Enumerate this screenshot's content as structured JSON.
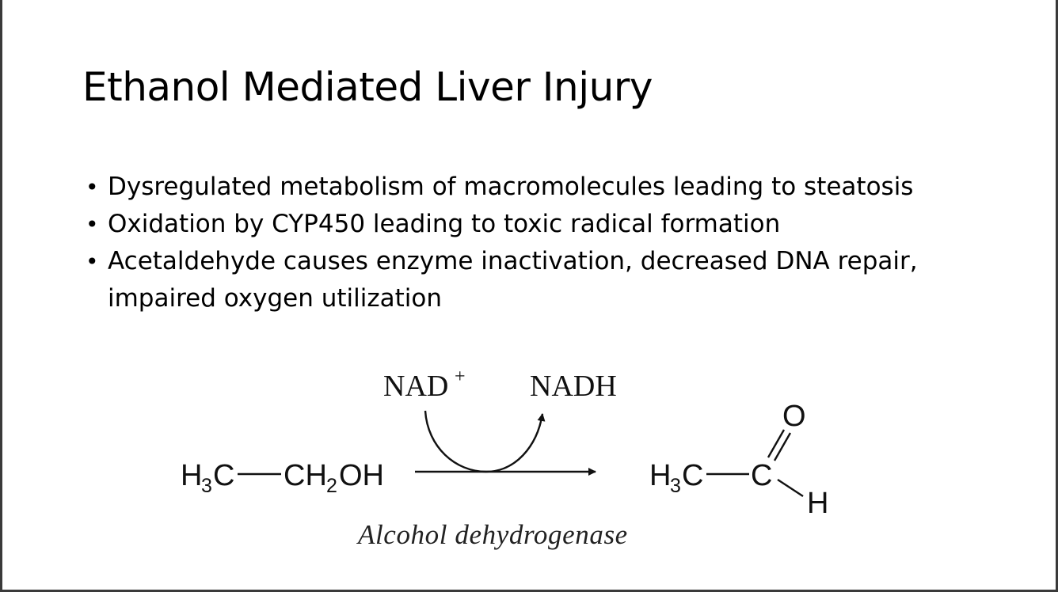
{
  "slide": {
    "title": "Ethanol Mediated Liver Injury",
    "bullets": [
      {
        "lines": [
          "Dysregulated metabolism of macromolecules leading to steatosis"
        ]
      },
      {
        "lines": [
          "Oxidation by CYP450 leading to toxic radical formation"
        ]
      },
      {
        "lines": [
          "Acetaldehyde causes enzyme inactivation, decreased DNA repair,",
          "impaired oxygen utilization"
        ]
      }
    ],
    "bullet_symbol": "•"
  },
  "reaction": {
    "reactant": {
      "h": "H",
      "h_sub": "3",
      "c": "C",
      "ch": "CH",
      "ch_sub": "2",
      "oh": "OH"
    },
    "cofactor_in": {
      "base": "NAD",
      "sup": "+"
    },
    "cofactor_out": "NADH",
    "enzyme": "Alcohol dehydrogenase",
    "product": {
      "h": "H",
      "h_sub": "3",
      "c1": "C",
      "c2": "C",
      "o": "O",
      "h_ald": "H"
    }
  }
}
